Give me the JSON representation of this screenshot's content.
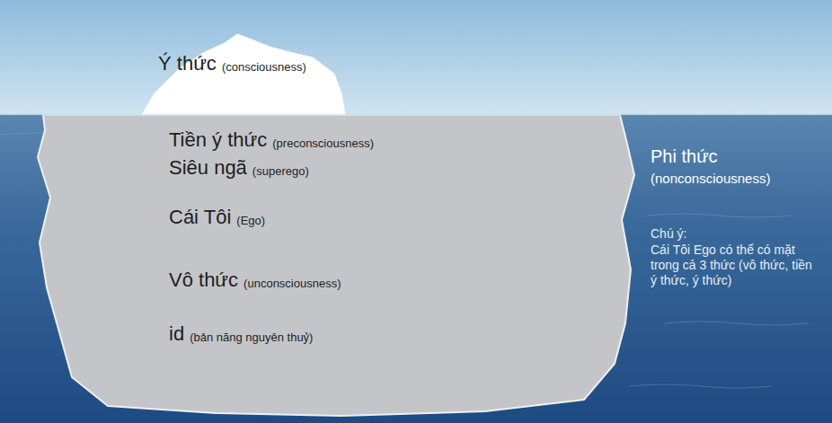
{
  "diagram": {
    "labels": [
      "Ý thức",
      "(consciousness)",
      "Tiền ý thức",
      "(preconsciousness)",
      "Siêu ngã",
      "(superego)",
      "Cái Tôi",
      "(Ego)",
      "Vô thức",
      "(unconsciousness)",
      "id",
      "(bản năng nguyên thuỷ)",
      "Phi thức",
      "(nonconsciousness)",
      "Chú ý:",
      "Cái Tôi Ego có thể có mặt trong cả 3 thức (vô thức, tiền ý thức, ý thức)"
    ]
  }
}
